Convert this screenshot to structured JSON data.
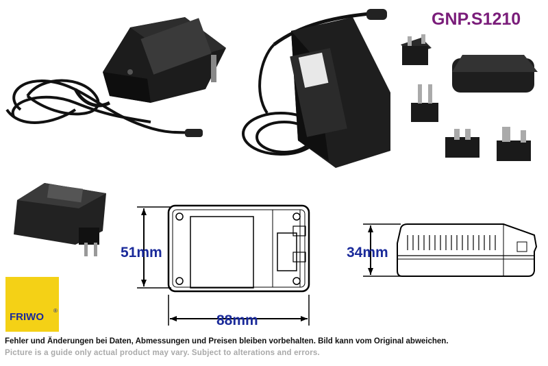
{
  "title": "GNP.S1210",
  "dimensions": {
    "height_top_view": "51mm",
    "width_top_view": "88mm",
    "height_side_view": "34mm"
  },
  "logo": {
    "text": "FRIWO",
    "mark": "®"
  },
  "disclaimer": {
    "german": "Fehler und Änderungen bei Daten, Abmessungen und Preisen bleiben vorbehalten. Bild kann vom Original abweichen.",
    "english": "Picture is a guide only actual product may vary. Subject to alterations and errors."
  },
  "colors": {
    "title": "#7a1d7a",
    "dimension_text": "#1a2a9a",
    "logo_background": "#f4d116"
  }
}
